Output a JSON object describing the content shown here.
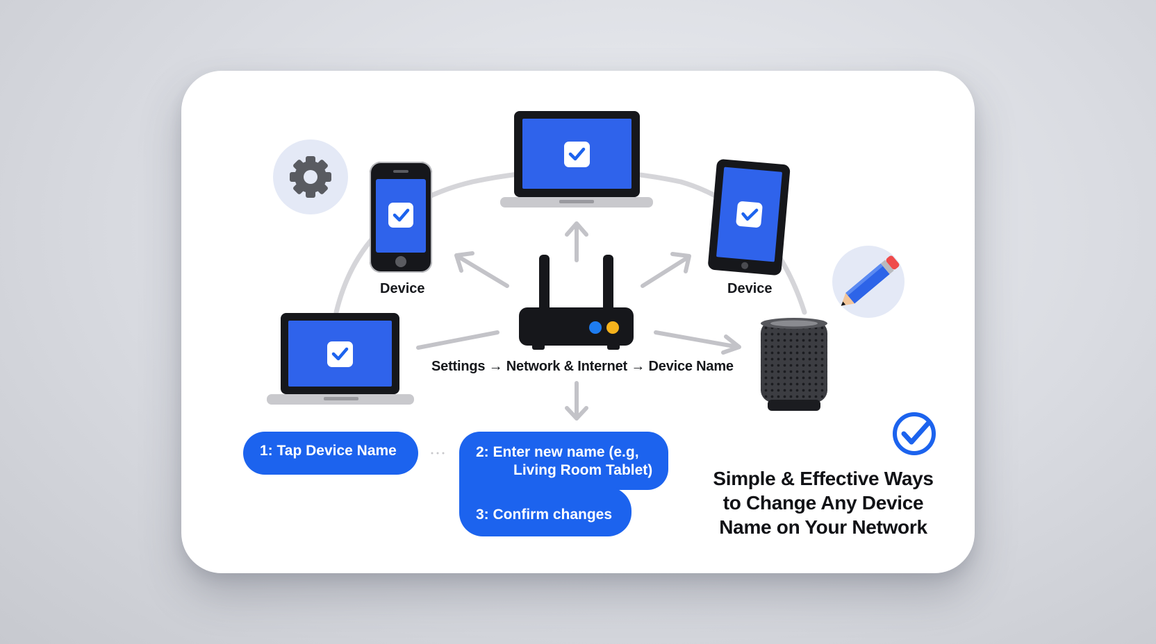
{
  "labels": {
    "phone": "Device",
    "tablet": "Device",
    "path": "Settings → Network & Internet → Device Name"
  },
  "steps": [
    {
      "lines": [
        "1:  Tap Device Name"
      ]
    },
    {
      "lines": [
        "2:  Enter new name (e.g,",
        "Living Room Tablet)"
      ]
    },
    {
      "lines": [
        "3:  Confirm changes"
      ]
    }
  ],
  "title": {
    "lines": [
      "Simple & Effective Ways",
      "to Change Any Device",
      "Name on Your Network"
    ]
  },
  "colors": {
    "accent_blue": "#1c63ee",
    "screen_blue": "#2f63eb",
    "device_frame": "#16171b",
    "arrow_gray": "#c3c3c8",
    "router_led_blue": "#1e7cf0",
    "router_led_yellow": "#f5b21c",
    "badge_bg": "#e4e9f6"
  },
  "icons": [
    "gear-icon",
    "pencil-icon",
    "checkmark-circle-icon",
    "router-icon",
    "smart-speaker-icon",
    "phone-icon",
    "tablet-icon",
    "laptop-icon"
  ]
}
